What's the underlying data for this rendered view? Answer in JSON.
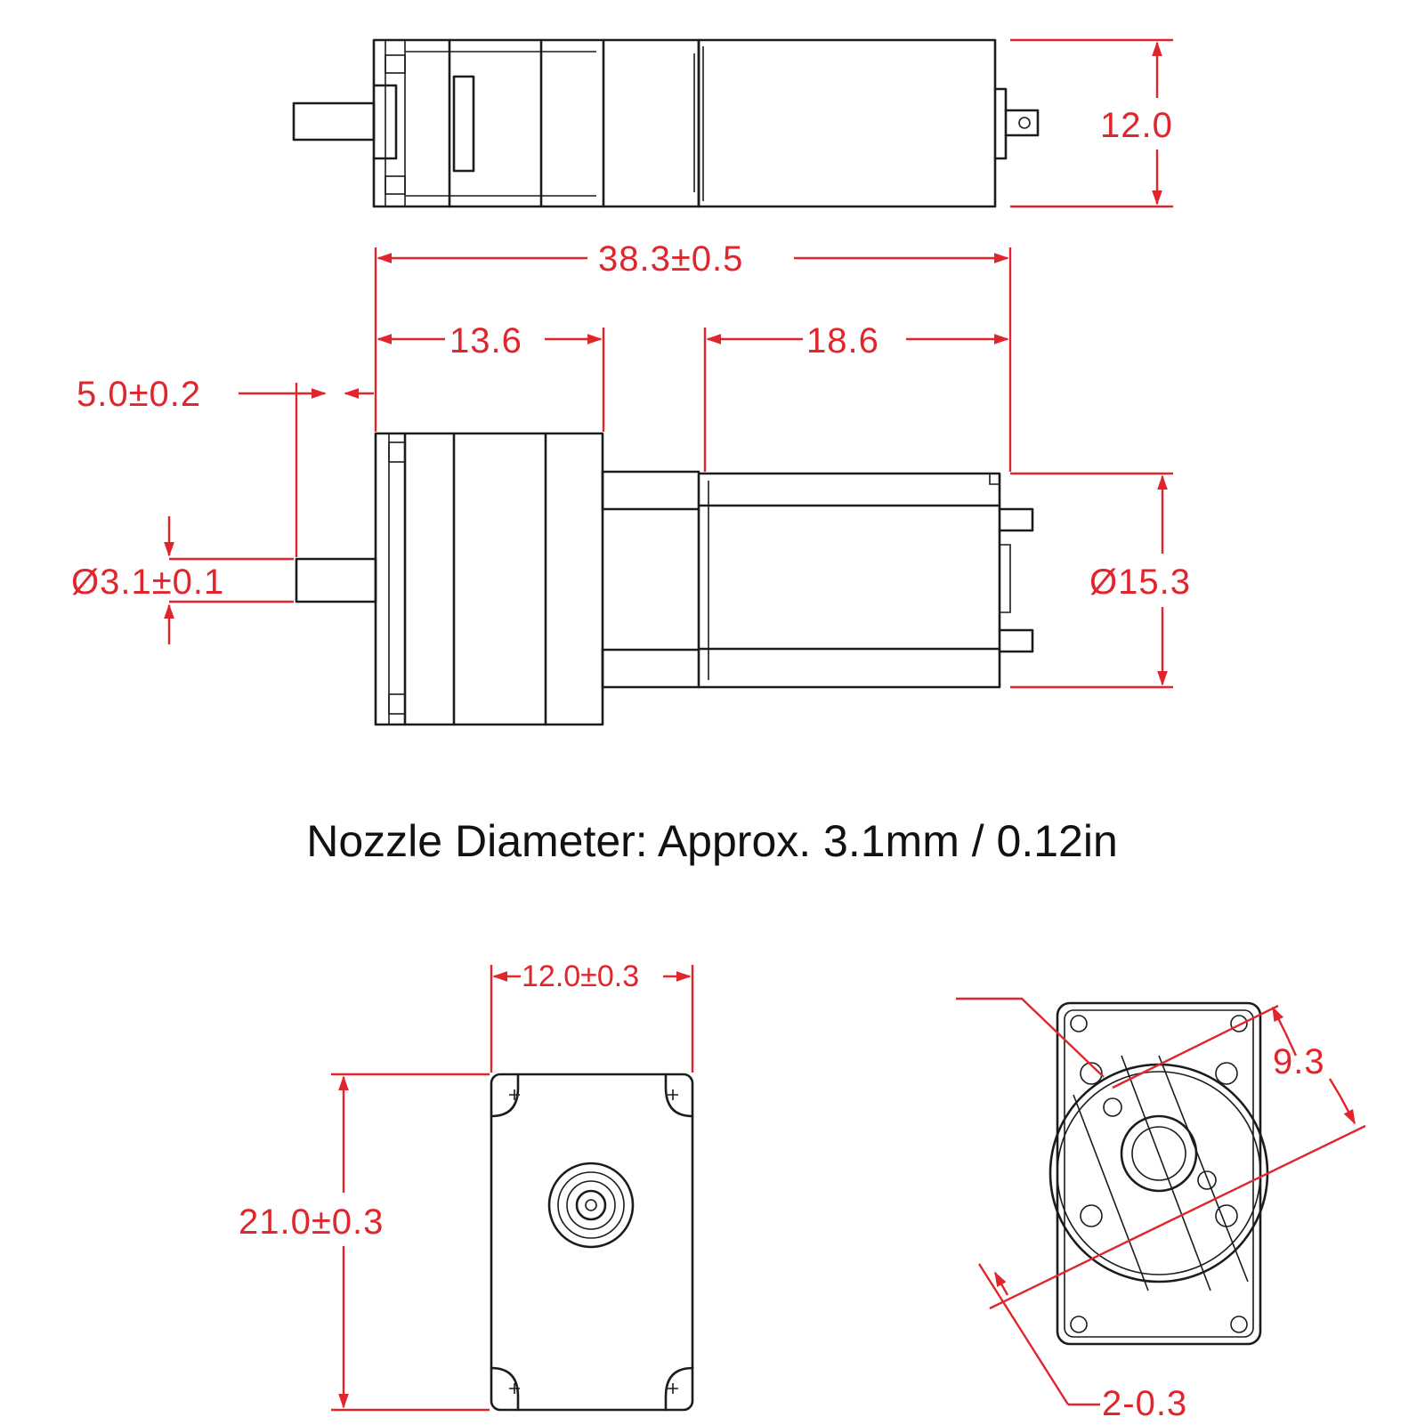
{
  "caption": "Nozzle Diameter: Approx. 3.1mm / 0.12in",
  "dimensions": {
    "top_height": "12.0",
    "overall_length": "38.3±0.5",
    "pump_head_length": "13.6",
    "motor_length": "18.6",
    "nozzle_length": "5.0±0.2",
    "nozzle_diameter": "Ø3.1±0.1",
    "motor_diameter": "Ø15.3",
    "front_width": "12.0±0.3",
    "front_height": "21.0±0.3",
    "rear_width": "9.3",
    "rear_holes": "2-0.3"
  },
  "colors": {
    "dimension": "#e0262c",
    "outline": "#1c1c1c",
    "caption": "#111111"
  }
}
